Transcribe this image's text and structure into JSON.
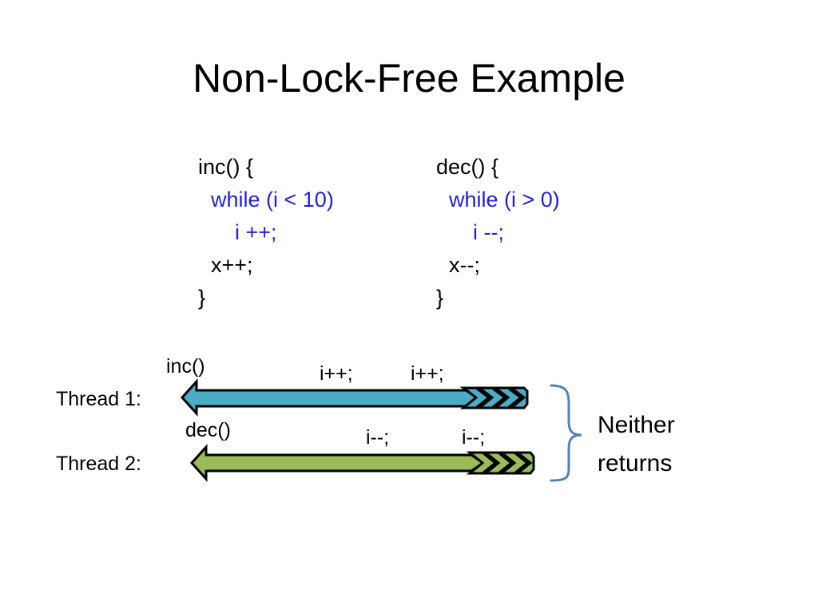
{
  "slide": {
    "title": "Non-Lock-Free Example"
  },
  "code": {
    "inc": {
      "header": "inc() {",
      "loop": "while (i < 10)",
      "loop_body": "i ++;",
      "after": "x++;",
      "close": "}"
    },
    "dec": {
      "header": "dec() {",
      "loop": "while (i > 0)",
      "loop_body": "i --;",
      "after": "x--;",
      "close": "}"
    }
  },
  "timeline": {
    "thread1": {
      "label": "Thread 1:",
      "call": "inc()",
      "ops": [
        "i++;",
        "i++;"
      ],
      "color": "#4BACC6"
    },
    "thread2": {
      "label": "Thread 2:",
      "call": "dec()",
      "ops": [
        "i--;",
        "i--;"
      ],
      "color": "#9BBB59"
    },
    "brace_color": "#4F81BD",
    "result": "Neither\nreturns"
  },
  "colors": {
    "loop_text": "#1F1FE0",
    "outline": "#000000"
  }
}
